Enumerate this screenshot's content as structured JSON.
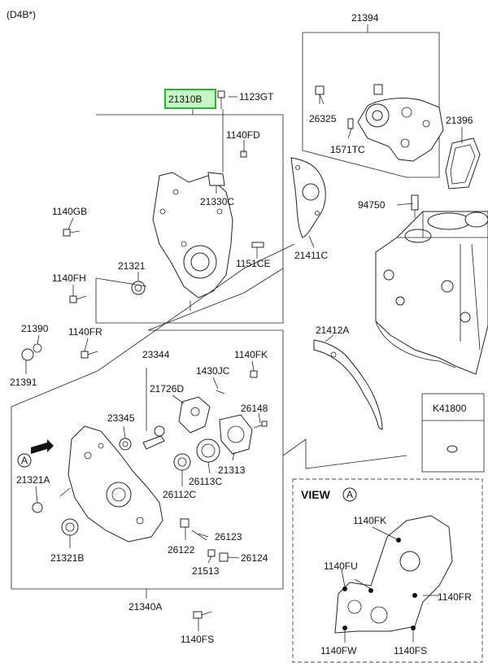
{
  "engine_code": "(D4B*)",
  "callouts": {
    "p21394": "21394",
    "p21310B": "21310B",
    "p1123GT": "1123GT",
    "p26325": "26325",
    "p1571TC": "1571TC",
    "p21396": "21396",
    "p1140FD": "1140FD",
    "p21330C": "21330C",
    "p94750": "94750",
    "p1140GB": "1140GB",
    "p21321": "21321",
    "p1151CE": "1151CE",
    "p21411C": "21411C",
    "p1140FH": "1140FH",
    "p21390": "21390",
    "p1140FR_a": "1140FR",
    "p21391": "21391",
    "p21412A": "21412A",
    "p23344": "23344",
    "p1430JC": "1430JC",
    "p1140FK_a": "1140FK",
    "p21726D": "21726D",
    "p26148": "26148",
    "p23345": "23345",
    "p21313": "21313",
    "p26113C": "26113C",
    "p26112C": "26112C",
    "p21321A": "21321A",
    "p26123": "26123",
    "p26122": "26122",
    "p21321B": "21321B",
    "p26124": "26124",
    "p21513": "21513",
    "p21340A": "21340A",
    "p1140FS_a": "1140FS",
    "view_marker": "A"
  },
  "k_box": {
    "code": "K41800"
  },
  "view_panel": {
    "title": "VIEW",
    "marker": "A",
    "p1140FK": "1140FK",
    "p1140FU": "1140FU",
    "p1140FR": "1140FR",
    "p1140FW": "1140FW",
    "p1140FS": "1140FS"
  },
  "colors": {
    "highlight_border": "#2bb52b",
    "highlight_fill": "#c8f5c8",
    "line": "#222222"
  }
}
